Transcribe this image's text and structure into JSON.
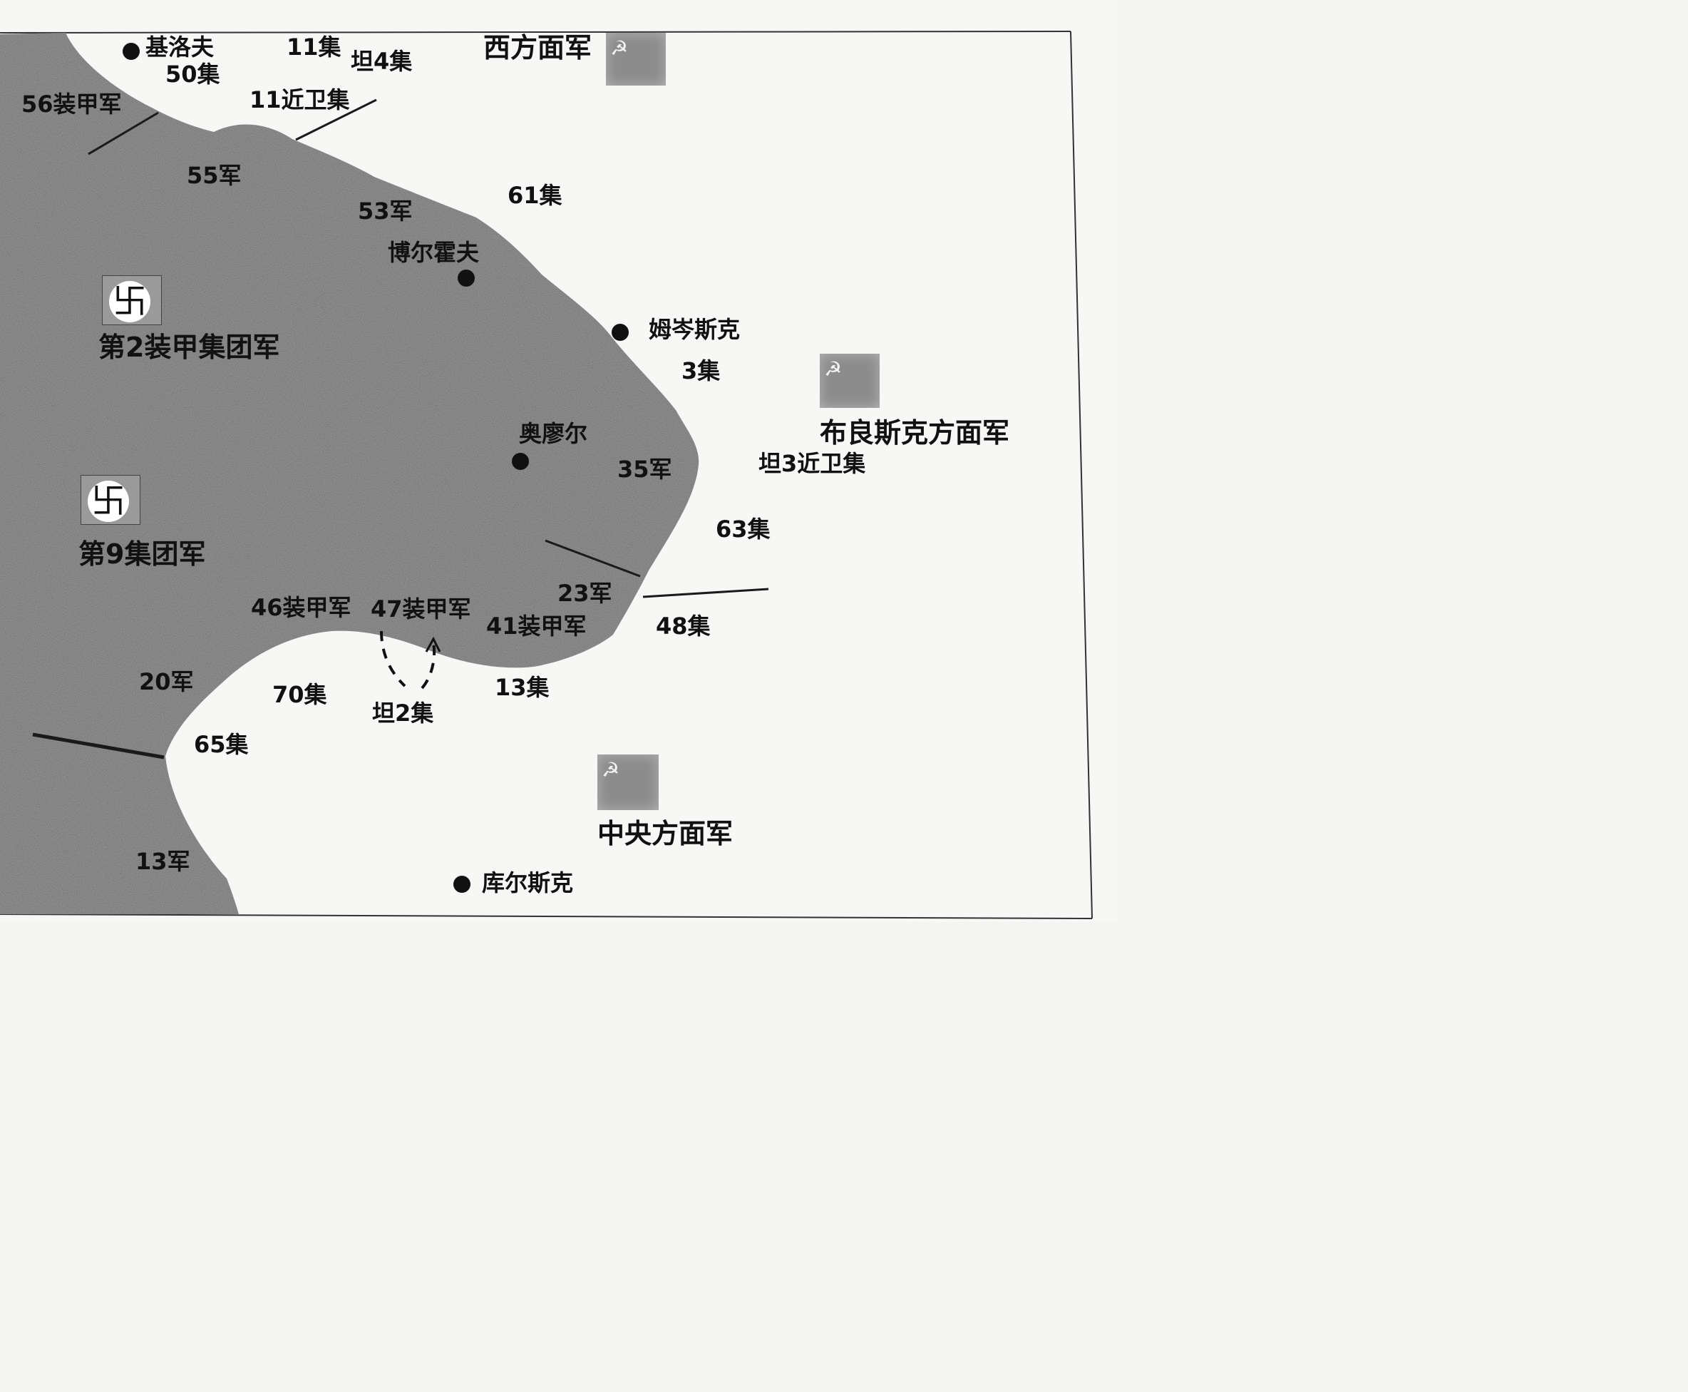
{
  "colors": {
    "german_territory": "#8f8f8f",
    "soviet_territory": "#f7f7f5",
    "front_line": "#1a1a1a",
    "text": "#111111"
  },
  "icons": {
    "german_emblem": "swastika-icon",
    "soviet_emblem": "hammer-sickle-icon",
    "city_marker": "city-dot-icon"
  },
  "emblem_glyphs": {
    "german": "卐",
    "soviet": "☭"
  },
  "cities": {
    "kirov": "基洛夫",
    "bolkhov": "博尔霍夫",
    "mtsensk": "姆岑斯克",
    "orel": "奥廖尔",
    "kursk": "库尔斯克"
  },
  "fronts": {
    "western": "西方面军",
    "bryansk": "布良斯克方面军",
    "central": "中央方面军"
  },
  "german_armies": {
    "panzer_army_2": "第2装甲集团军",
    "army_9": "第9集团军"
  },
  "german_corps": {
    "c56_panzer": "56装甲军",
    "c55": "55军",
    "c53": "53军",
    "c35": "35军",
    "c23": "23军",
    "c46_panzer": "46装甲军",
    "c47_panzer": "47装甲军",
    "c41_panzer": "41装甲军",
    "c20": "20军",
    "c13": "13军"
  },
  "soviet_armies": {
    "a50": "50集",
    "a11": "11集",
    "tank4": "坦4集",
    "guards11": "11近卫集",
    "a61": "61集",
    "a3": "3集",
    "guards_tank3": "坦3近卫集",
    "a63": "63集",
    "a48": "48集",
    "a13": "13集",
    "a70": "70集",
    "tank2": "坦2集",
    "a65": "65集"
  }
}
